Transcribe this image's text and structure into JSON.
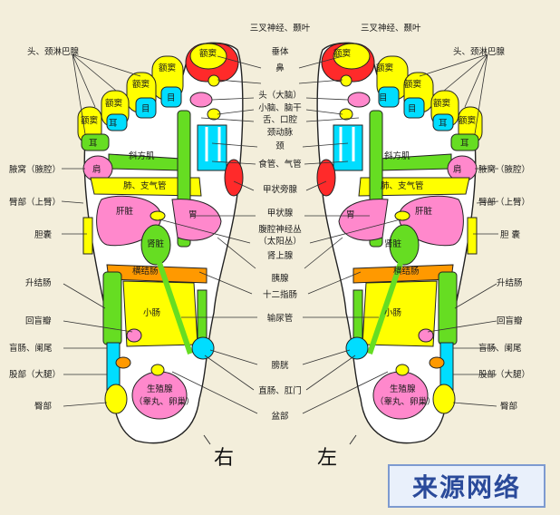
{
  "center_labels": [
    "三叉神经、颞叶",
    "鼻",
    "垂体",
    "头（大脑）",
    "小脑、脑干",
    "舌、口腔",
    "颈动脉",
    "颈",
    "食管、气管",
    "甲状旁腺",
    "甲状腺",
    "腹腔神经丛",
    "（太阳丛）",
    "肾上腺",
    "胰腺",
    "十二指肠",
    "输尿管",
    "膀胱",
    "直肠、肛门",
    "盆部"
  ],
  "left_labels": [
    "头、颈淋巴腺",
    "腋窝（腋腔）",
    "臂部（上臂）",
    "胆囊",
    "升结肠",
    "回盲瓣",
    "盲肠、阑尾",
    "股部（大腿）",
    "臀部"
  ],
  "right_labels": [
    "三叉神经、颞叶",
    "头、颈淋巴腺",
    "腋窝（腋腔）",
    "臂部（上臂）",
    "胆 囊",
    "升结肠",
    "回盲瓣",
    "盲肠、阑尾",
    "股部（大腿）",
    "臀部"
  ],
  "zones": {
    "sinus": "额窦",
    "eye": "目",
    "ear": "耳",
    "trapezius": "斜方肌",
    "shoulder": "肩",
    "lung": "肺、支气管",
    "liver": "肝脏",
    "stomach": "胃",
    "kidney": "肾脏",
    "transverse_colon": "横结肠",
    "small_intestine": "小肠",
    "genital_1": "生殖腺",
    "genital_2": "（睾丸、卵巢）"
  },
  "foot_labels": {
    "right": "右",
    "left": "左"
  },
  "watermark": "来源网络"
}
